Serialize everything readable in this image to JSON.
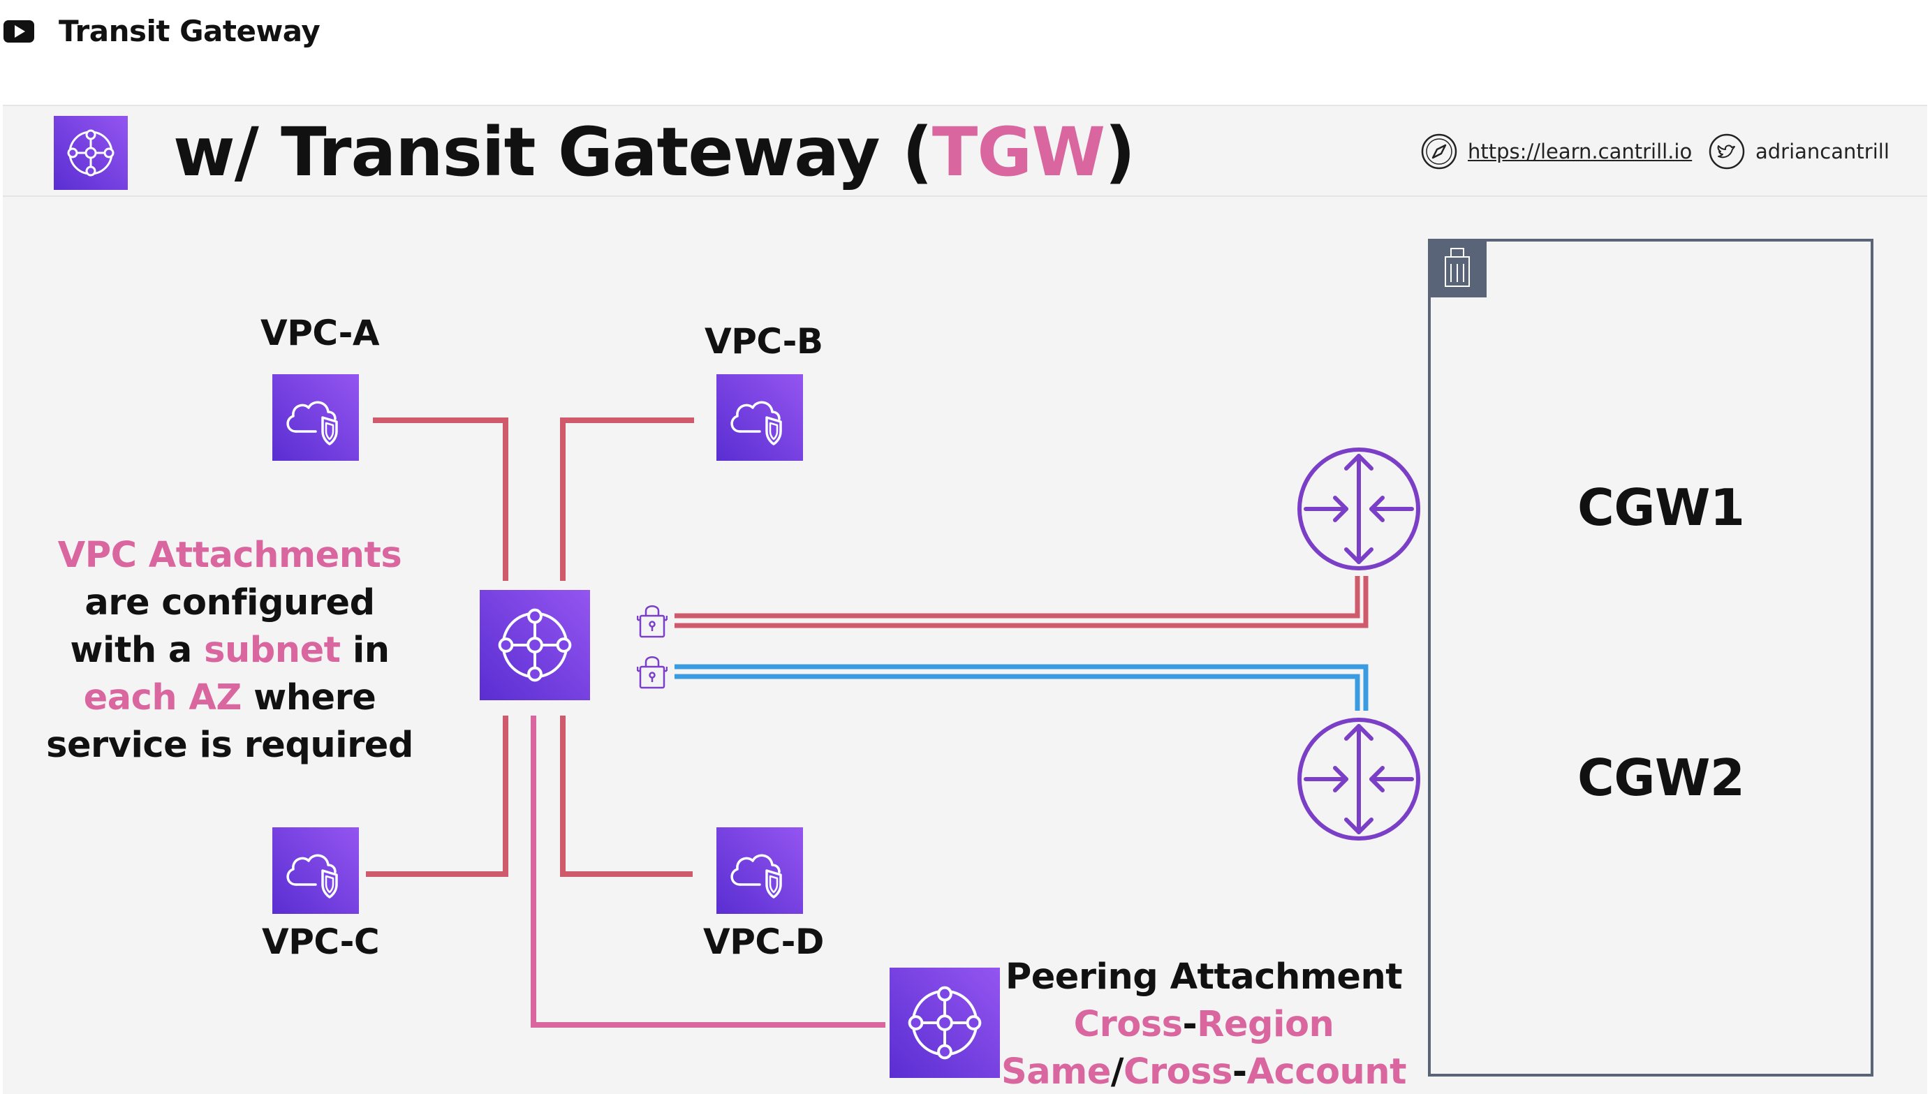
{
  "video": {
    "title": "Transit Gateway",
    "play_icon": "play-button-icon"
  },
  "slide": {
    "title_prefix": "w/ Transit Gateway (",
    "title_highlight": "TGW",
    "title_suffix": ")",
    "header_icon": "transit-gateway-icon",
    "links": {
      "course_url": "https://learn.cantrill.io",
      "course_icon": "compass-icon",
      "twitter_handle": "adriancantrill",
      "twitter_icon": "twitter-icon"
    }
  },
  "diagram": {
    "vpcs": [
      {
        "label": "VPC-A",
        "icon": "vpc-icon"
      },
      {
        "label": "VPC-B",
        "icon": "vpc-icon"
      },
      {
        "label": "VPC-C",
        "icon": "vpc-icon"
      },
      {
        "label": "VPC-D",
        "icon": "vpc-icon"
      }
    ],
    "customer_gateways": [
      {
        "label": "CGW1",
        "icon": "router-icon"
      },
      {
        "label": "CGW2",
        "icon": "router-icon"
      }
    ],
    "vpn_icons": [
      "vpn-lock-icon",
      "vpn-lock-icon"
    ],
    "corporate_icon": "corporate-building-icon",
    "attachments_note": {
      "line1": "VPC Attachments",
      "line2": "are configured",
      "line3_a": "with a ",
      "line3_b": "subnet",
      "line3_c": " in",
      "line4_a": "each AZ",
      "line4_b": " where",
      "line5": "service is required"
    },
    "peering_note": {
      "line1": "Peering Attachment",
      "line2_a": "Cross",
      "line2_b": "-",
      "line2_c": "Region",
      "line3_a": "Same",
      "line3_b": "/",
      "line3_c": "Cross",
      "line3_d": "-",
      "line3_e": "Account"
    },
    "colors": {
      "vpc_link": "#cf5a6c",
      "vpn_blue": "#3b9be0",
      "peering_link": "#d9669e",
      "icon_purple": "#7a3ee0",
      "router_purple": "#7a3fc6",
      "pink_text": "#d9669e",
      "corp_border": "#5a6478"
    }
  }
}
